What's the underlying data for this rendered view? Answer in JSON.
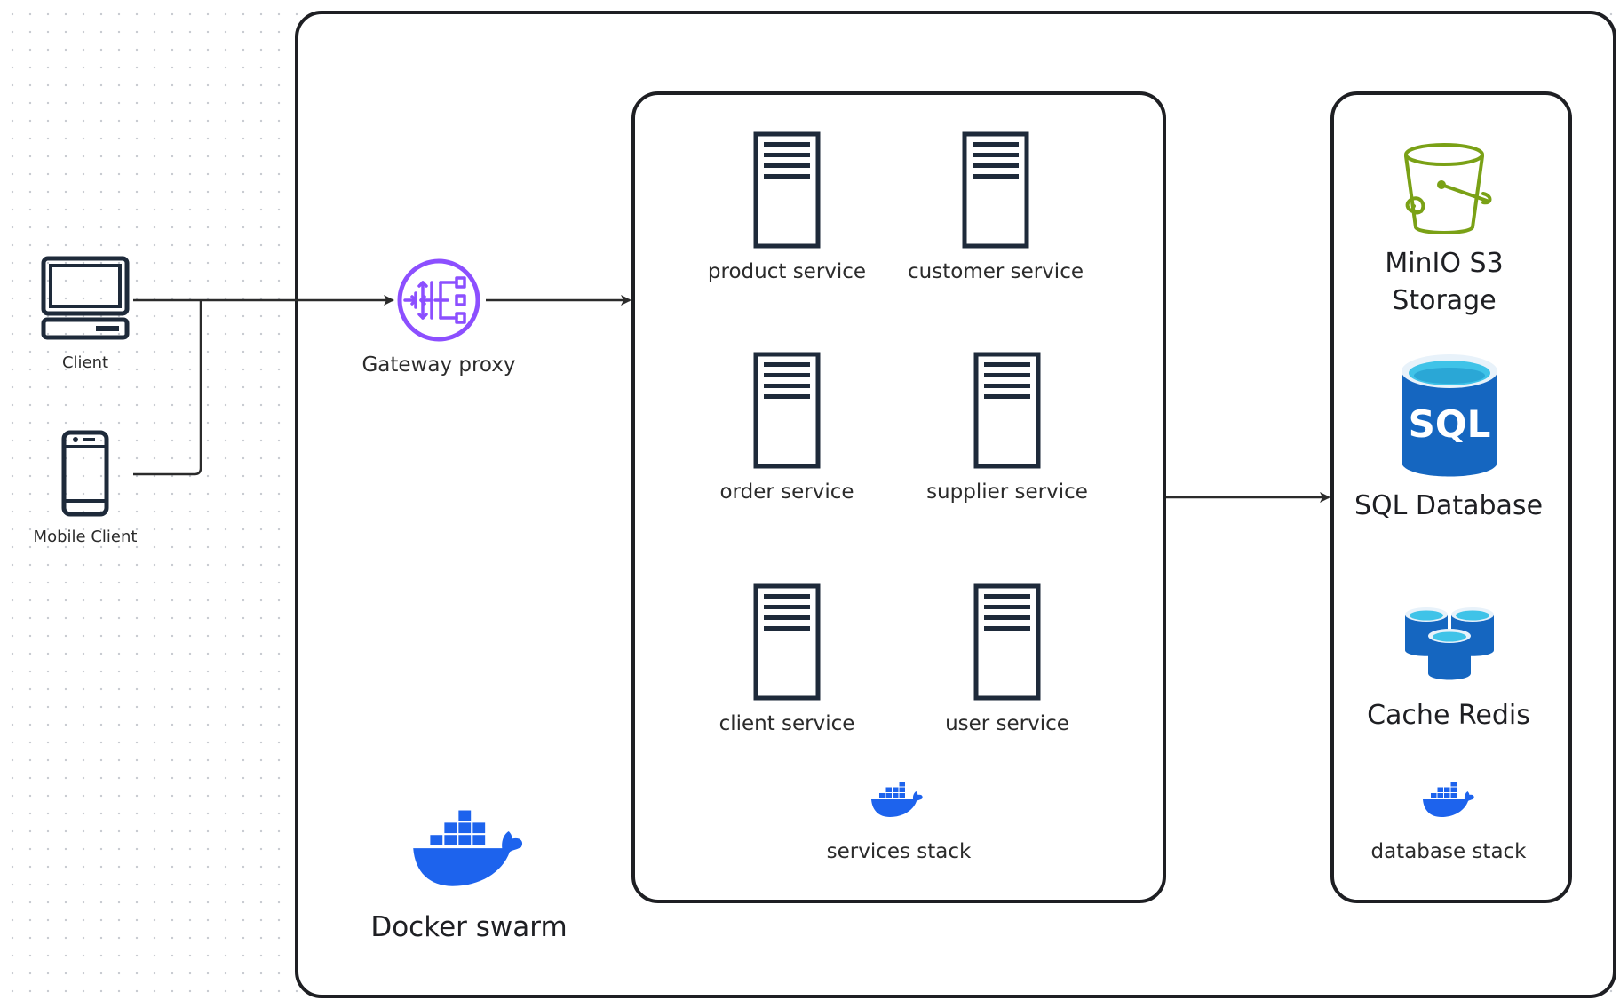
{
  "clients": {
    "desktop": {
      "label": "Client",
      "icon": "desktop-computer-icon"
    },
    "mobile": {
      "label": "Mobile Client",
      "icon": "mobile-phone-icon"
    }
  },
  "swarm": {
    "label": "Docker swarm",
    "icon": "docker-whale-icon",
    "gateway": {
      "label": "Gateway proxy",
      "icon": "gateway-icon",
      "color": "#8C4FFF"
    }
  },
  "services_stack": {
    "label": "services stack",
    "icon": "docker-whale-icon",
    "services": [
      {
        "label": "product service",
        "icon": "server-icon"
      },
      {
        "label": "customer service",
        "icon": "server-icon"
      },
      {
        "label": "order service",
        "icon": "server-icon"
      },
      {
        "label": "supplier service",
        "icon": "server-icon"
      },
      {
        "label": "client service",
        "icon": "server-icon"
      },
      {
        "label": "user service",
        "icon": "server-icon"
      }
    ]
  },
  "database_stack": {
    "label": "database stack",
    "icon": "docker-whale-icon",
    "storage": {
      "label_line1": "MinIO S3",
      "label_line2": "Storage",
      "icon": "s3-bucket-icon",
      "color": "#7AA116"
    },
    "sql": {
      "label": "SQL Database",
      "icon": "sql-database-icon",
      "icon_text": "SQL"
    },
    "cache": {
      "label": "Cache Redis",
      "icon": "cache-redis-icon"
    }
  },
  "colors": {
    "docker": "#1D63ED",
    "sql_blue": "#1566C0",
    "cylinder_cyan": "#3FC3E8",
    "line": "#2b2b2b"
  }
}
